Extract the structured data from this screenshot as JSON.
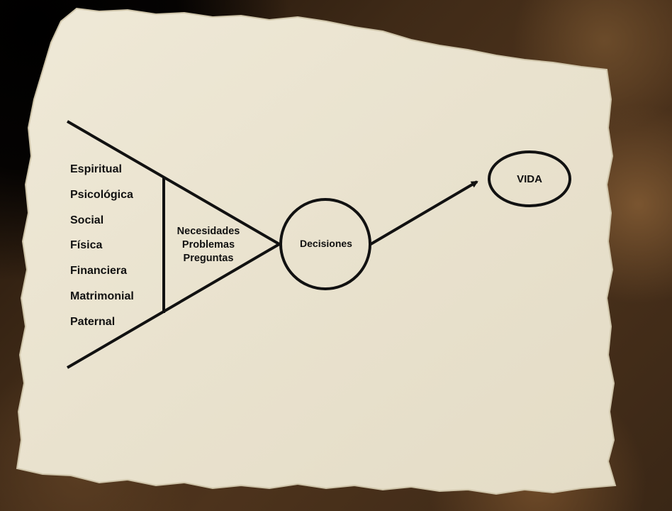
{
  "categories": [
    "Espiritual",
    "Psicológica",
    "Social",
    "Física",
    "Financiera",
    "Matrimonial",
    "Paternal"
  ],
  "middle_labels": [
    "Necesidades",
    "Problemas",
    "Preguntas"
  ],
  "decision_label": "Decisiones",
  "outcome_label": "VIDA",
  "colors": {
    "paper": "#ece5d2",
    "paper_shadow": "#d9d0b8",
    "line": "#111111"
  }
}
